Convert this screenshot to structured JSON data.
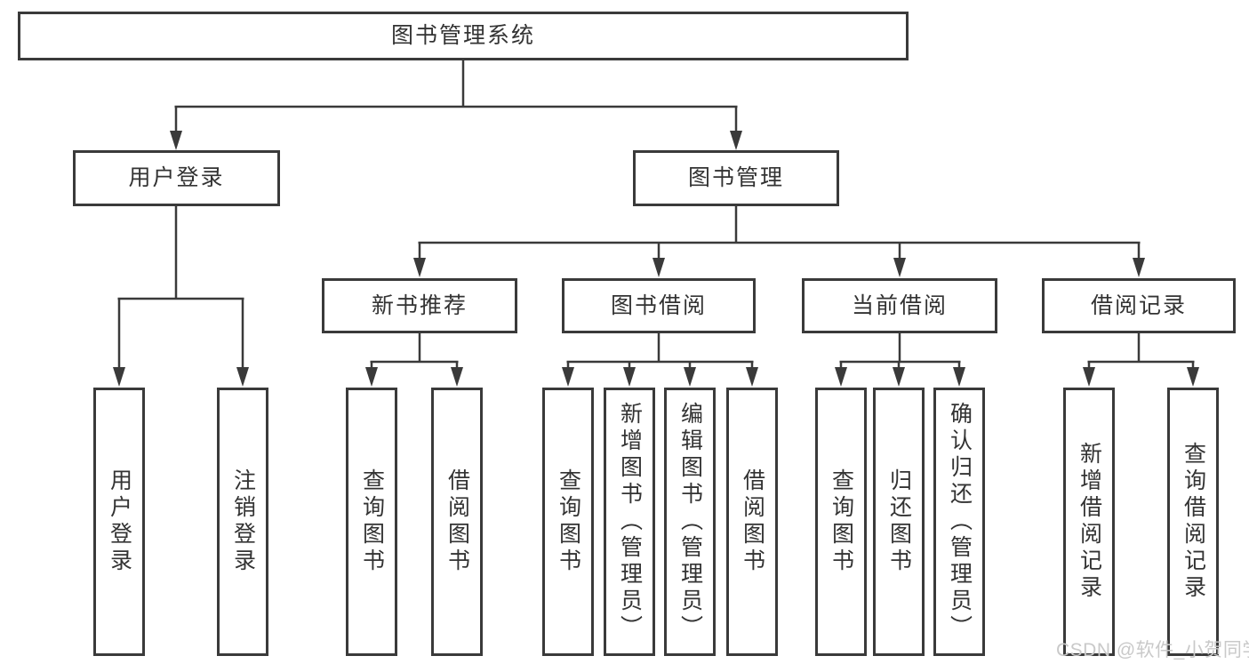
{
  "nodes": {
    "root": "图书管理系统",
    "level2": [
      "用户登录",
      "图书管理"
    ],
    "level3": [
      "新书推荐",
      "图书借阅",
      "当前借阅",
      "借阅记录"
    ],
    "level4": [
      "用户登录",
      "注销登录",
      "查询图书",
      "借阅图书",
      "查询图书",
      "新增图书（管理员）",
      "编辑图书（管理员）",
      "借阅图书",
      "查询图书",
      "归还图书",
      "确认归还（管理员）",
      "新增借阅记录",
      "查询借阅记录"
    ]
  },
  "watermark": "CSDN @软件_小贺同学",
  "colors": {
    "line": "#3a3a3a",
    "text": "#333333",
    "watermark": "#c9c9c9",
    "background": "#ffffff"
  }
}
